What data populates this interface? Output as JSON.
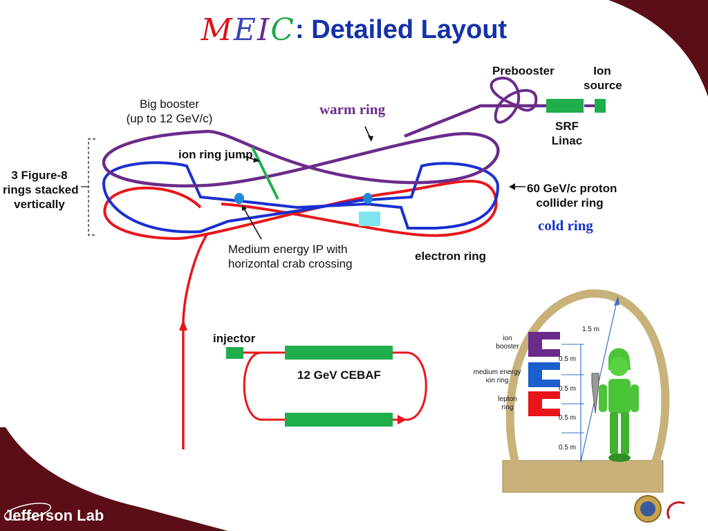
{
  "title": {
    "logo_letters": [
      "M",
      "E",
      "I",
      "C"
    ],
    "text": ": Detailed Layout"
  },
  "labels": {
    "prebooster": "Prebooster",
    "ion_source": [
      "Ion",
      "source"
    ],
    "srf_linac": [
      "SRF",
      "Linac"
    ],
    "warm_ring": "warm ring",
    "big_booster": [
      "Big booster",
      "(up to 12 GeV/c)"
    ],
    "ion_ring_jump": "ion ring jump",
    "figure8": [
      "3 Figure-8",
      "rings stacked",
      "vertically"
    ],
    "proton_ring": [
      "60 GeV/c proton",
      "collider ring"
    ],
    "cold_ring": "cold ring",
    "ip": [
      "Medium energy IP with",
      "horizontal crab crossing"
    ],
    "electron_ring": "electron ring",
    "injector": "injector",
    "cebaf": "12 GeV CEBAF"
  },
  "tunnel": {
    "ion_booster": [
      "ion",
      "booster"
    ],
    "medium_energy_ion_ring": [
      "medium energy",
      "ion ring"
    ],
    "lepton_ring": [
      "lepton",
      "ring"
    ],
    "radius": "1.5 m",
    "spacings": [
      "0.5 m",
      "0.5 m",
      "0.5 m",
      "0.5 m"
    ]
  },
  "footer": {
    "lab_name": "Jefferson Lab"
  },
  "colors": {
    "ion_ring": "#6a2b8a",
    "proton_ring": "#1a2fd0",
    "electron_ring": "#e8161b",
    "component": "#1fae4b",
    "jump": "#22b14c",
    "ip_marker": "#1e88d9",
    "crab": "#7fe3f0",
    "title": "#1432a8",
    "frame": "#5b0e16",
    "tunnel_wall": "#c8b27a"
  }
}
